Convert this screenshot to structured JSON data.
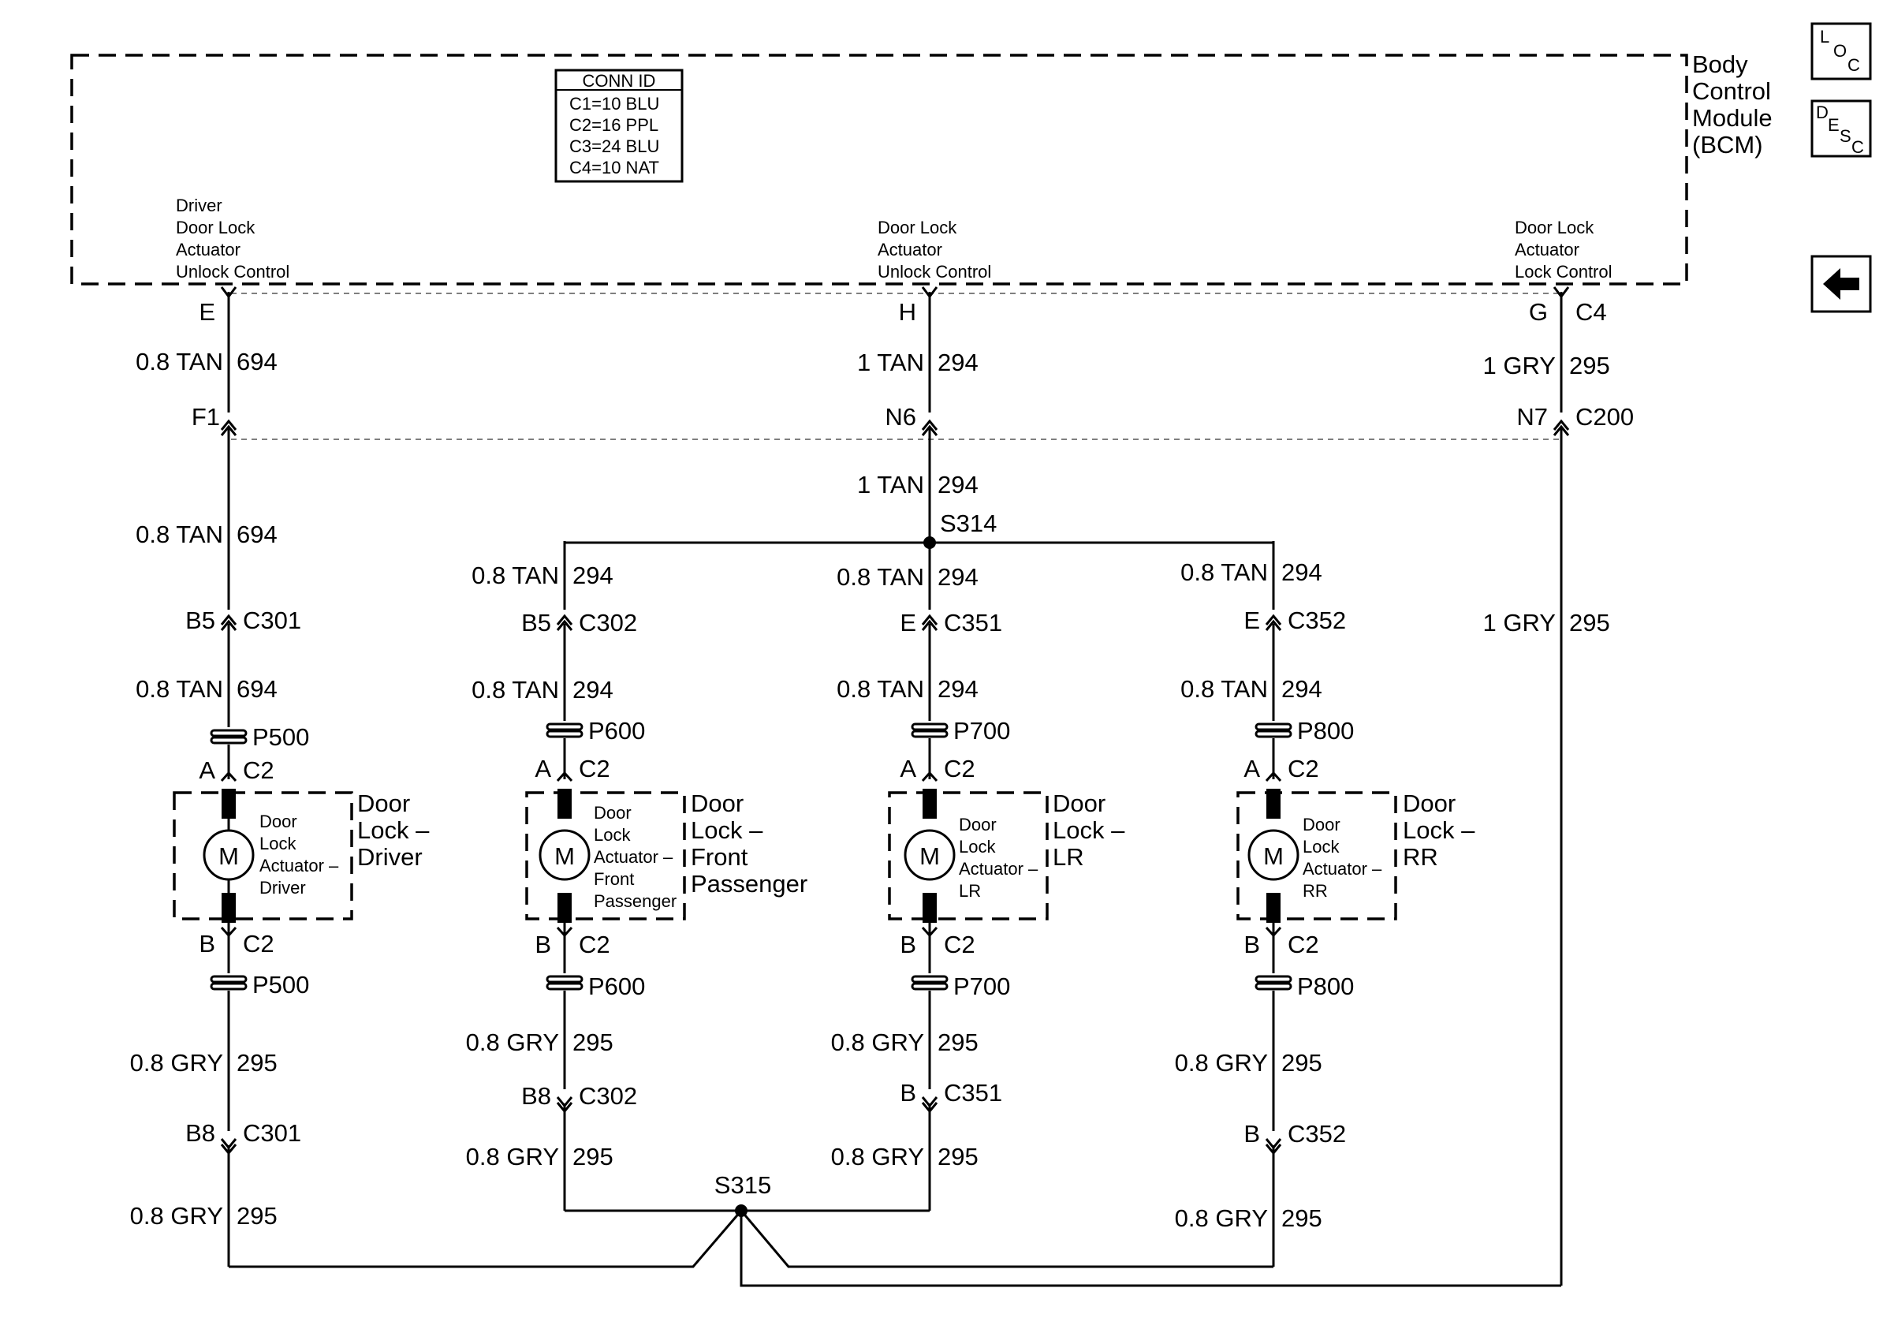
{
  "module": {
    "name_lines": [
      "Body",
      "Control",
      "Module",
      "(BCM)"
    ],
    "conn_id": {
      "title": "CONN ID",
      "rows": [
        "C1=10 BLU",
        "C2=16 PPL",
        "C3=24 BLU",
        "C4=10 NAT"
      ]
    },
    "outputs": {
      "driver_unlock": [
        "Driver",
        "Door Lock",
        "Actuator",
        "Unlock Control"
      ],
      "unlock": [
        "Door Lock",
        "Actuator",
        "Unlock Control"
      ],
      "lock": [
        "Door Lock",
        "Actuator",
        "Lock Control"
      ]
    }
  },
  "nav": {
    "loc": {
      "l": "L",
      "o": "O",
      "c": "C"
    },
    "desc": {
      "d": "D",
      "e": "E",
      "s": "S",
      "c": "C"
    }
  },
  "texts": [
    {
      "id": "t-e",
      "text": "E"
    },
    {
      "id": "t-h",
      "text": "H"
    },
    {
      "id": "t-g",
      "text": "G"
    },
    {
      "id": "t-c4",
      "text": "C4"
    },
    {
      "id": "t-w1a",
      "text": "0.8 TAN"
    },
    {
      "id": "t-c1a",
      "text": "694"
    },
    {
      "id": "t-w2a",
      "text": "1 TAN"
    },
    {
      "id": "t-c2a",
      "text": "294"
    },
    {
      "id": "t-w3a",
      "text": "1 GRY"
    },
    {
      "id": "t-c3a",
      "text": "295"
    },
    {
      "id": "t-f1",
      "text": "F1"
    },
    {
      "id": "t-n6",
      "text": "N6"
    },
    {
      "id": "t-n7",
      "text": "N7"
    },
    {
      "id": "t-c200",
      "text": "C200"
    },
    {
      "id": "t-w2b",
      "text": "1 TAN"
    },
    {
      "id": "t-c2b",
      "text": "294"
    },
    {
      "id": "t-s314",
      "text": "S314"
    },
    {
      "id": "t-w1b",
      "text": "0.8 TAN"
    },
    {
      "id": "t-c1b",
      "text": "694"
    },
    {
      "id": "t-w4a",
      "text": "0.8 TAN"
    },
    {
      "id": "t-c4a",
      "text": "294"
    },
    {
      "id": "t-w5a",
      "text": "0.8 TAN"
    },
    {
      "id": "t-c5a",
      "text": "294"
    },
    {
      "id": "t-w6a",
      "text": "0.8 TAN"
    },
    {
      "id": "t-c6a",
      "text": "294"
    },
    {
      "id": "t-b5a",
      "text": "B5"
    },
    {
      "id": "t-c301a",
      "text": "C301"
    },
    {
      "id": "t-b5b",
      "text": "B5"
    },
    {
      "id": "t-c302a",
      "text": "C302"
    },
    {
      "id": "t-ea",
      "text": "E"
    },
    {
      "id": "t-c351a",
      "text": "C351"
    },
    {
      "id": "t-eb",
      "text": "E"
    },
    {
      "id": "t-c352a",
      "text": "C352"
    },
    {
      "id": "t-w3b",
      "text": "1 GRY"
    },
    {
      "id": "t-c3b",
      "text": "295"
    },
    {
      "id": "t-w1c",
      "text": "0.8 TAN"
    },
    {
      "id": "t-c1c",
      "text": "694"
    },
    {
      "id": "t-w4b",
      "text": "0.8 TAN"
    },
    {
      "id": "t-c4b",
      "text": "294"
    },
    {
      "id": "t-w5b",
      "text": "0.8 TAN"
    },
    {
      "id": "t-c5b",
      "text": "294"
    },
    {
      "id": "t-w6b",
      "text": "0.8 TAN"
    },
    {
      "id": "t-c6b",
      "text": "294"
    },
    {
      "id": "t-p500a",
      "text": "P500"
    },
    {
      "id": "t-p600a",
      "text": "P600"
    },
    {
      "id": "t-p700a",
      "text": "P700"
    },
    {
      "id": "t-p800a",
      "text": "P800"
    },
    {
      "id": "t-a1",
      "text": "A"
    },
    {
      "id": "t-c2-1a",
      "text": "C2"
    },
    {
      "id": "t-a2",
      "text": "A"
    },
    {
      "id": "t-c2-2a",
      "text": "C2"
    },
    {
      "id": "t-a3",
      "text": "A"
    },
    {
      "id": "t-c2-3a",
      "text": "C2"
    },
    {
      "id": "t-a4",
      "text": "A"
    },
    {
      "id": "t-c2-4a",
      "text": "C2"
    },
    {
      "id": "t-b1",
      "text": "B"
    },
    {
      "id": "t-c2-1b",
      "text": "C2"
    },
    {
      "id": "t-b2",
      "text": "B"
    },
    {
      "id": "t-c2-2b",
      "text": "C2"
    },
    {
      "id": "t-b3",
      "text": "B"
    },
    {
      "id": "t-c2-3b",
      "text": "C2"
    },
    {
      "id": "t-b4",
      "text": "B"
    },
    {
      "id": "t-c2-4b",
      "text": "C2"
    },
    {
      "id": "t-p500b",
      "text": "P500"
    },
    {
      "id": "t-p600b",
      "text": "P600"
    },
    {
      "id": "t-p700b",
      "text": "P700"
    },
    {
      "id": "t-p800b",
      "text": "P800"
    },
    {
      "id": "t-g1a",
      "text": "0.8 GRY"
    },
    {
      "id": "t-g1ac",
      "text": "295"
    },
    {
      "id": "t-g2a",
      "text": "0.8 GRY"
    },
    {
      "id": "t-g2ac",
      "text": "295"
    },
    {
      "id": "t-g3a",
      "text": "0.8 GRY"
    },
    {
      "id": "t-g3ac",
      "text": "295"
    },
    {
      "id": "t-g4a",
      "text": "0.8 GRY"
    },
    {
      "id": "t-g4ac",
      "text": "295"
    },
    {
      "id": "t-b8a",
      "text": "B8"
    },
    {
      "id": "t-c301b",
      "text": "C301"
    },
    {
      "id": "t-b8b",
      "text": "B8"
    },
    {
      "id": "t-c302b",
      "text": "C302"
    },
    {
      "id": "t-bb",
      "text": "B"
    },
    {
      "id": "t-c351b",
      "text": "C351"
    },
    {
      "id": "t-bc",
      "text": "B"
    },
    {
      "id": "t-c352b",
      "text": "C352"
    },
    {
      "id": "t-g2b",
      "text": "0.8 GRY"
    },
    {
      "id": "t-g2bc",
      "text": "295"
    },
    {
      "id": "t-g3b",
      "text": "0.8 GRY"
    },
    {
      "id": "t-g3bc",
      "text": "295"
    },
    {
      "id": "t-s315",
      "text": "S315"
    },
    {
      "id": "t-g1b",
      "text": "0.8 GRY"
    },
    {
      "id": "t-g1bc",
      "text": "295"
    },
    {
      "id": "t-g4b",
      "text": "0.8 GRY"
    },
    {
      "id": "t-g4bc",
      "text": "295"
    }
  ],
  "actuators": [
    {
      "symbol": "M",
      "inner": [
        "Door",
        "Lock",
        "Actuator –",
        "Driver"
      ],
      "outer": [
        "Door",
        "Lock –",
        "Driver"
      ]
    },
    {
      "symbol": "M",
      "inner": [
        "Door",
        "Lock",
        "Actuator –",
        "Front",
        "Passenger"
      ],
      "outer": [
        "Door",
        "Lock –",
        "Front",
        "Passenger"
      ]
    },
    {
      "symbol": "M",
      "inner": [
        "Door",
        "Lock",
        "Actuator –",
        "LR"
      ],
      "outer": [
        "Door",
        "Lock –",
        "LR"
      ]
    },
    {
      "symbol": "M",
      "inner": [
        "Door",
        "Lock",
        "Actuator –",
        "RR"
      ],
      "outer": [
        "Door",
        "Lock –",
        "RR"
      ]
    }
  ]
}
